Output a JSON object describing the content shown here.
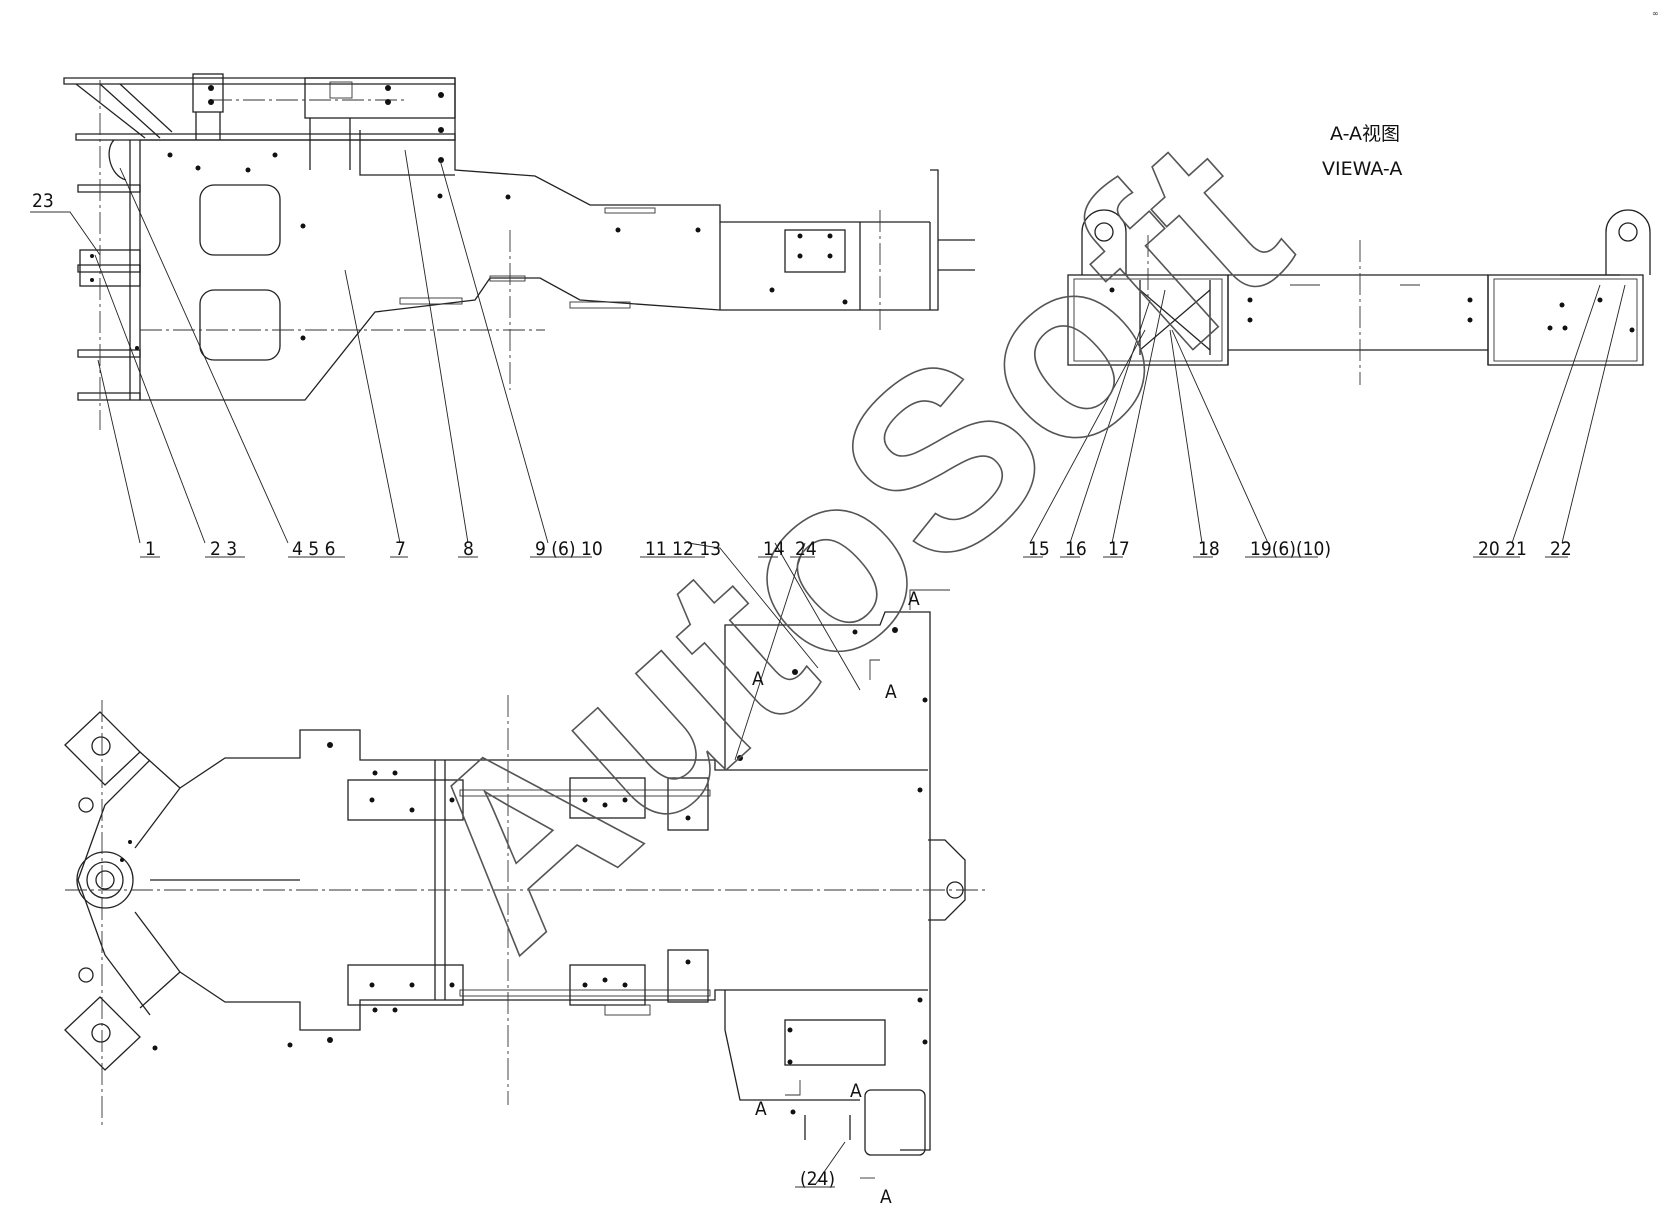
{
  "view_title": {
    "line1": "A-A视图",
    "line2": "VIEWA-A"
  },
  "watermark": "AutoSoft",
  "corner_mark": "∞",
  "part_labels": {
    "p1": "1",
    "p2_3": "2 3",
    "p4_5_6": "4 5 6",
    "p7": "7",
    "p8": "8",
    "p9_6_10": "9 (6) 10",
    "p11_12_13": "11 12 13",
    "p14": "14",
    "p24": "24",
    "p15": "15",
    "p16": "16",
    "p17": "17",
    "p18": "18",
    "p19_6_10": "19(6)(10)",
    "p20_21": "20 21",
    "p22": "22",
    "p23": "23",
    "p24_paren": "(24)"
  },
  "section_marks": {
    "a": "A"
  }
}
